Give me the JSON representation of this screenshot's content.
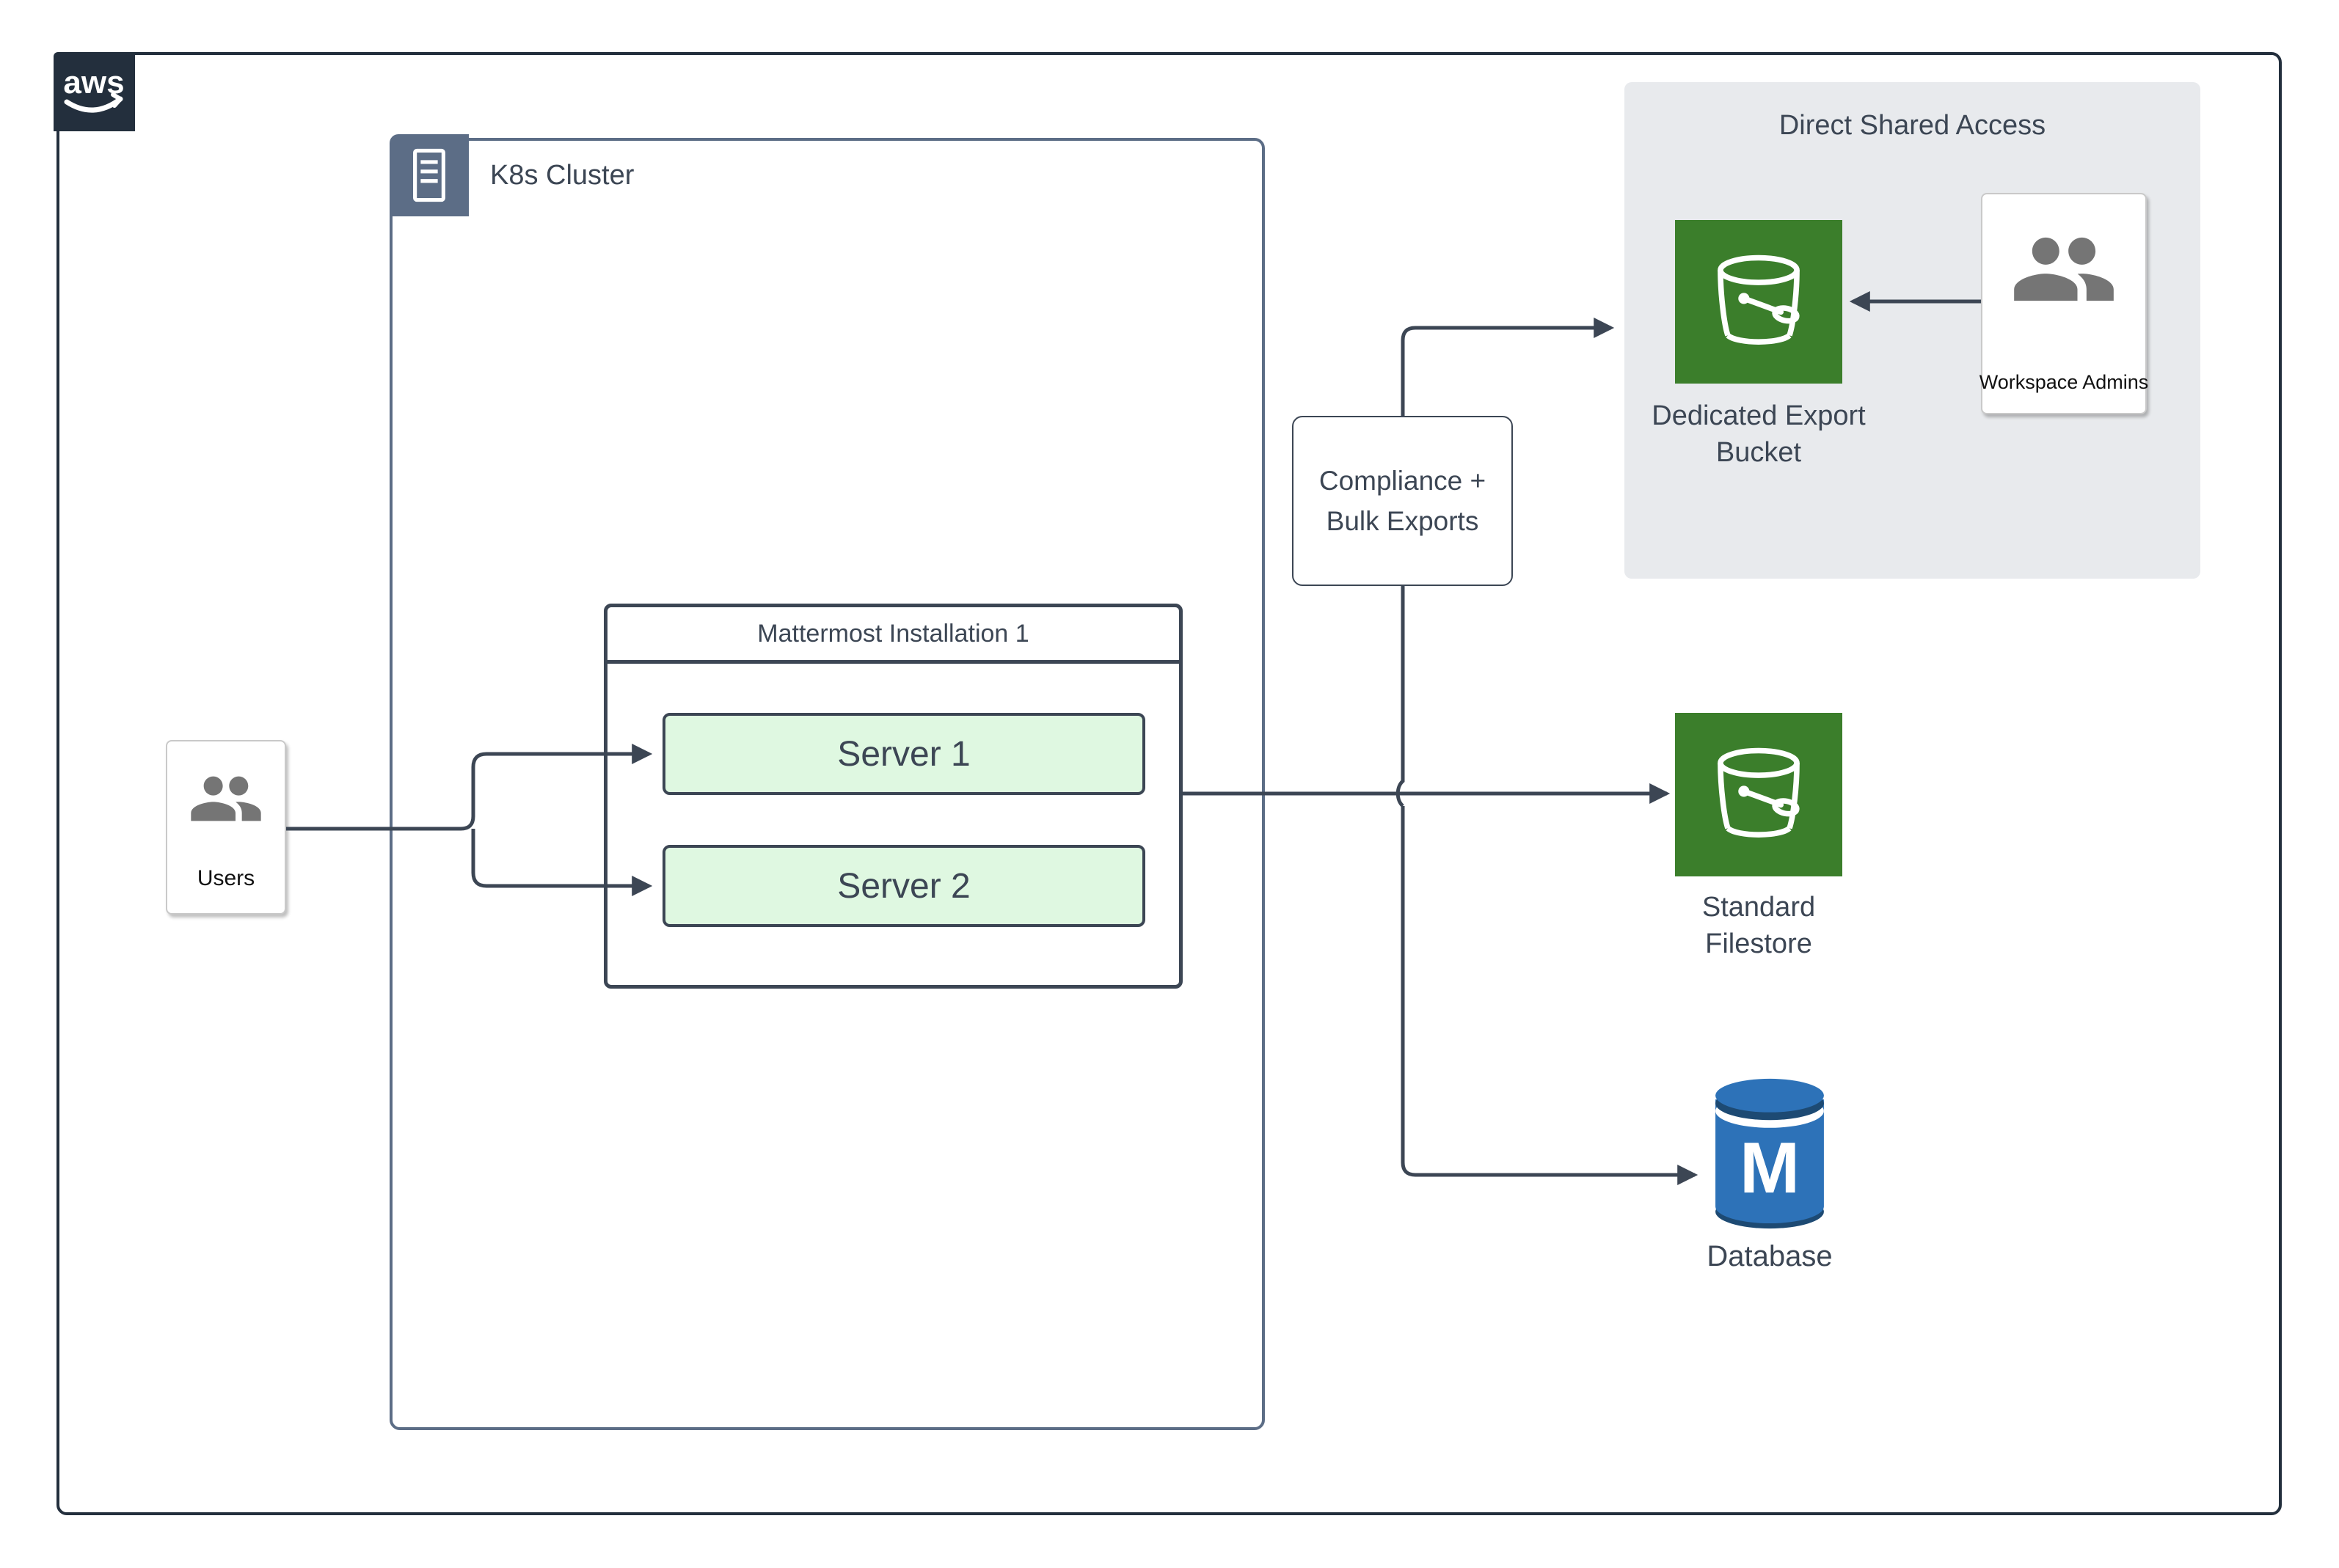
{
  "logo": {
    "text": "aws"
  },
  "k8s_cluster": {
    "label": "K8s Cluster"
  },
  "users": {
    "label": "Users"
  },
  "mattermost": {
    "title": "Mattermost Installation 1",
    "servers": [
      {
        "label": "Server 1"
      },
      {
        "label": "Server 2"
      }
    ]
  },
  "compliance": {
    "line1": "Compliance +",
    "line2": "Bulk Exports"
  },
  "shared_access": {
    "title": "Direct Shared Access"
  },
  "export_bucket": {
    "line1": "Dedicated Export",
    "line2": "Bucket"
  },
  "workspace_admins": {
    "label": "Workspace Admins"
  },
  "filestore": {
    "line1": "Standard",
    "line2": "Filestore"
  },
  "database": {
    "label": "Database",
    "letter": "M"
  },
  "colors": {
    "aws_navy": "#232f3d",
    "slate_line": "#3c4654",
    "k8s_slate": "#5c6d86",
    "server_fill": "#dff8e1",
    "bucket_green": "#3b7e2b",
    "db_blue": "#2d72b8",
    "db_dark_blue": "#1d4a73",
    "shared_bg": "#e8eaed",
    "icon_gray": "#757575"
  }
}
